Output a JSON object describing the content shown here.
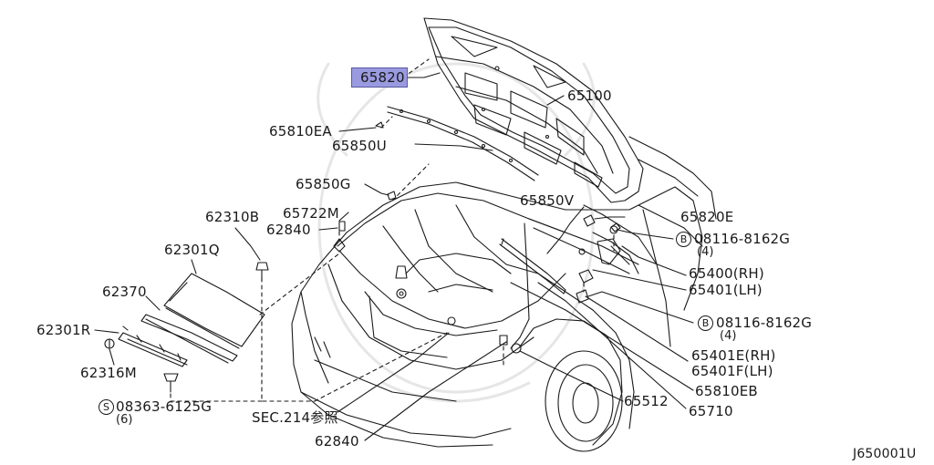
{
  "diagram": {
    "highlight_color": "#9a9ae0",
    "drawing_ref": "J650001U",
    "parts": [
      {
        "id": "p65820",
        "label": "65820",
        "highlighted": true
      },
      {
        "id": "p65100",
        "label": "65100"
      },
      {
        "id": "p65810EA",
        "label": "65810EA"
      },
      {
        "id": "p65850U",
        "label": "65850U"
      },
      {
        "id": "p65850G",
        "label": "65850G"
      },
      {
        "id": "p65722M",
        "label": "65722M"
      },
      {
        "id": "p62840a",
        "label": "62840"
      },
      {
        "id": "p62310B",
        "label": "62310B"
      },
      {
        "id": "p62301Q",
        "label": "62301Q"
      },
      {
        "id": "p62370",
        "label": "62370"
      },
      {
        "id": "p62301R",
        "label": "62301R"
      },
      {
        "id": "p62316M",
        "label": "62316M"
      },
      {
        "id": "p08363",
        "label": "08363-6125G",
        "prefix": "S",
        "qty": "(6)"
      },
      {
        "id": "psec214",
        "label": "SEC.214参照"
      },
      {
        "id": "p62840b",
        "label": "62840"
      },
      {
        "id": "p65850V",
        "label": "65850V"
      },
      {
        "id": "p65820E",
        "label": "65820E"
      },
      {
        "id": "p08116a",
        "label": "08116-8162G",
        "prefix": "B",
        "qty": "(4)"
      },
      {
        "id": "p65400",
        "label": "65400(RH)"
      },
      {
        "id": "p65401",
        "label": "65401(LH)"
      },
      {
        "id": "p08116b",
        "label": "08116-8162G",
        "prefix": "B",
        "qty": "(4)"
      },
      {
        "id": "p65401E",
        "label": "65401E(RH)"
      },
      {
        "id": "p65401F",
        "label": "65401F(LH)"
      },
      {
        "id": "p65810EB",
        "label": "65810EB"
      },
      {
        "id": "p65710",
        "label": "65710"
      },
      {
        "id": "p65512",
        "label": "65512"
      }
    ]
  }
}
